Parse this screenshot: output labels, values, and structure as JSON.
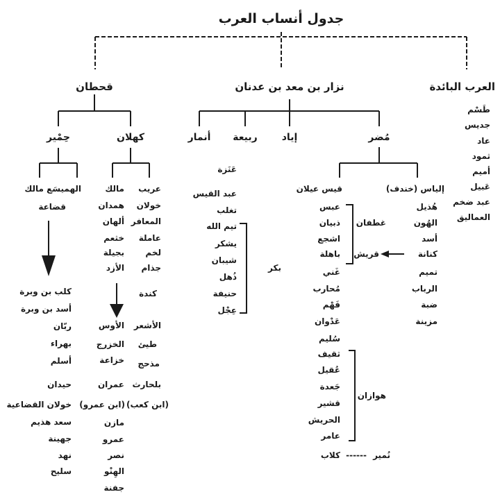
{
  "title": "جدول أنساب العرب",
  "colors": {
    "ink": "#1a1a1a",
    "background": "#ffffff"
  },
  "branches": {
    "baida": {
      "label": "العرب البائدة",
      "tribes": [
        "طَسْم",
        "جديس",
        "عاد",
        "ثمود",
        "أميم",
        "عَبيل",
        "عبد ضخم",
        "العماليق"
      ]
    },
    "adnan": {
      "label": "نزار بن معد بن عدنان",
      "children": {
        "mudar": {
          "label": "مُضر",
          "ilyas": {
            "label": "إلياس (خندف)",
            "tribes": [
              "هُذيل",
              "الهُون",
              "أسد",
              "كنانة",
              "تميم",
              "الرباب",
              "ضبة",
              "مزينة"
            ],
            "quraysh": "قريش"
          },
          "qays": {
            "label": "قيس عيلان",
            "ghatafan": {
              "label": "غطفان",
              "tribes": [
                "عبس",
                "ذبيان",
                "اشجع"
              ]
            },
            "tribes": [
              "باهلة",
              "غَني",
              "مُحارب",
              "فَهْم",
              "عَدْوان",
              "سُليم"
            ],
            "hawazin": {
              "label": "هوازان",
              "tribes": [
                "ثقيف",
                "عُقيل",
                "جَعدة",
                "قشير",
                "الحريش",
                "عامر"
              ]
            },
            "numayr": "نُمير",
            "kilab": "كلاب",
            "dash": "------"
          }
        },
        "iyad": {
          "label": "إياد"
        },
        "rabia": {
          "label": "ربيعة",
          "tribes": [
            "عَنَزة",
            "عبد القيس",
            "تغلب"
          ],
          "bakr": {
            "label": "بكر",
            "tribes": [
              "تيم الله",
              "يشكر",
              "شيبان",
              "ذُهل",
              "حنيفة",
              "عِجْل"
            ]
          }
        },
        "anmar": {
          "label": "أنمار"
        }
      }
    },
    "qahtan": {
      "label": "قحطان",
      "kahlan": {
        "label": "كهلان",
        "col_right": [
          "عريب",
          "خولان",
          "المعافر",
          "عاملة",
          "لخم",
          "جذام",
          "كندة",
          "الأشعر",
          "طيئ",
          "مذحج",
          "بلحارث",
          "(ابن كعب)"
        ],
        "col_left": [
          "مالك",
          "همدان",
          "ألهان",
          "خثعم",
          "بجيلة",
          "الأزد",
          "الأوس",
          "الخزرج",
          "خزاعة",
          "عمران",
          "(ابن عمرو)",
          "مازن",
          "عمرو",
          "نصر",
          "الهِنْو",
          "جفنة"
        ]
      },
      "himyar": {
        "label": "حِمْير",
        "col_top": [
          "الهميسَع مالك",
          "قضاعة"
        ],
        "col_bottom": [
          "كلب بن وبرة",
          "أسد بن وبرة",
          "ربّان",
          "بهراء",
          "أسلم",
          "حيدان",
          "خولان القضاعية",
          "سعد هذيم",
          "جهينة",
          "نهد",
          "سليح"
        ]
      }
    }
  }
}
